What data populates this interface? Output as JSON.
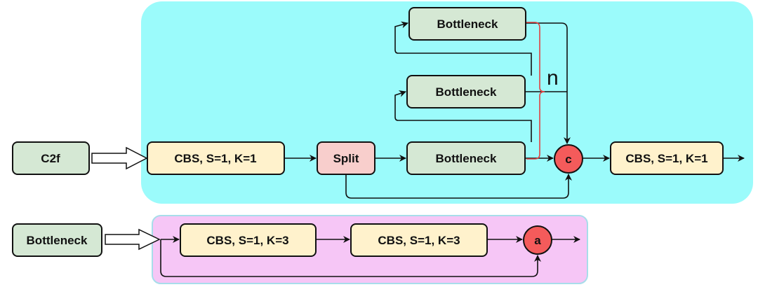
{
  "colors": {
    "c2f_region": "#9bfbfb",
    "bottleneck_region": "#f6c6f6",
    "bottleneck_region_border": "#a7ddea",
    "cbs_fill": "#fff2cc",
    "bottleneck_fill": "#d5e8d4",
    "split_fill": "#f8cecc",
    "concat_fill": "#f45b5b",
    "brace": "#e04040"
  },
  "c2f_diagram": {
    "input_label": "C2f",
    "cbs_in": "CBS, S=1, K=1",
    "split": "Split",
    "bottleneck_1": "Bottleneck",
    "bottleneck_2": "Bottleneck",
    "bottleneck_3": "Bottleneck",
    "repeat_label": "n",
    "concat": "c",
    "cbs_out": "CBS, S=1, K=1"
  },
  "bottleneck_diagram": {
    "input_label": "Bottleneck",
    "cbs_1": "CBS, S=1, K=3",
    "cbs_2": "CBS, S=1, K=3",
    "add": "a"
  }
}
